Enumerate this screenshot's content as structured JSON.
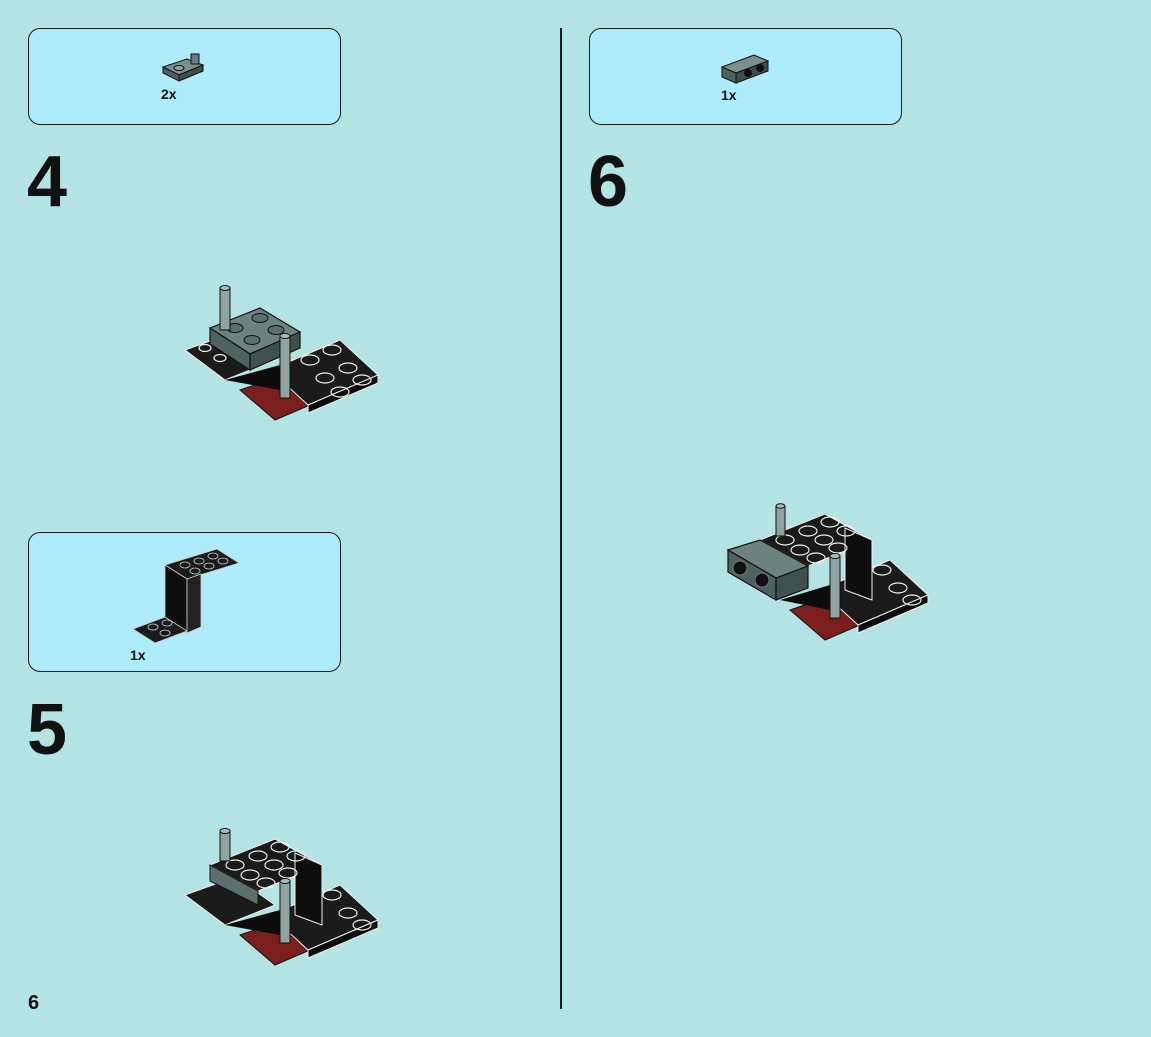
{
  "page_number": "6",
  "steps": [
    {
      "number": "4",
      "part_quantity": "2x",
      "part_icon": "gray-plate-with-clip-icon"
    },
    {
      "number": "5",
      "part_quantity": "1x",
      "part_icon": "black-bracket-assembly-icon"
    },
    {
      "number": "6",
      "part_quantity": "1x",
      "part_icon": "gray-technic-brick-icon"
    }
  ],
  "colors": {
    "background": "#b3e4e3",
    "parts_box": "#aeebfb",
    "brick_black": "#1b1b1b",
    "brick_gray": "#5e7472",
    "accent_red": "#7a1e1e"
  }
}
